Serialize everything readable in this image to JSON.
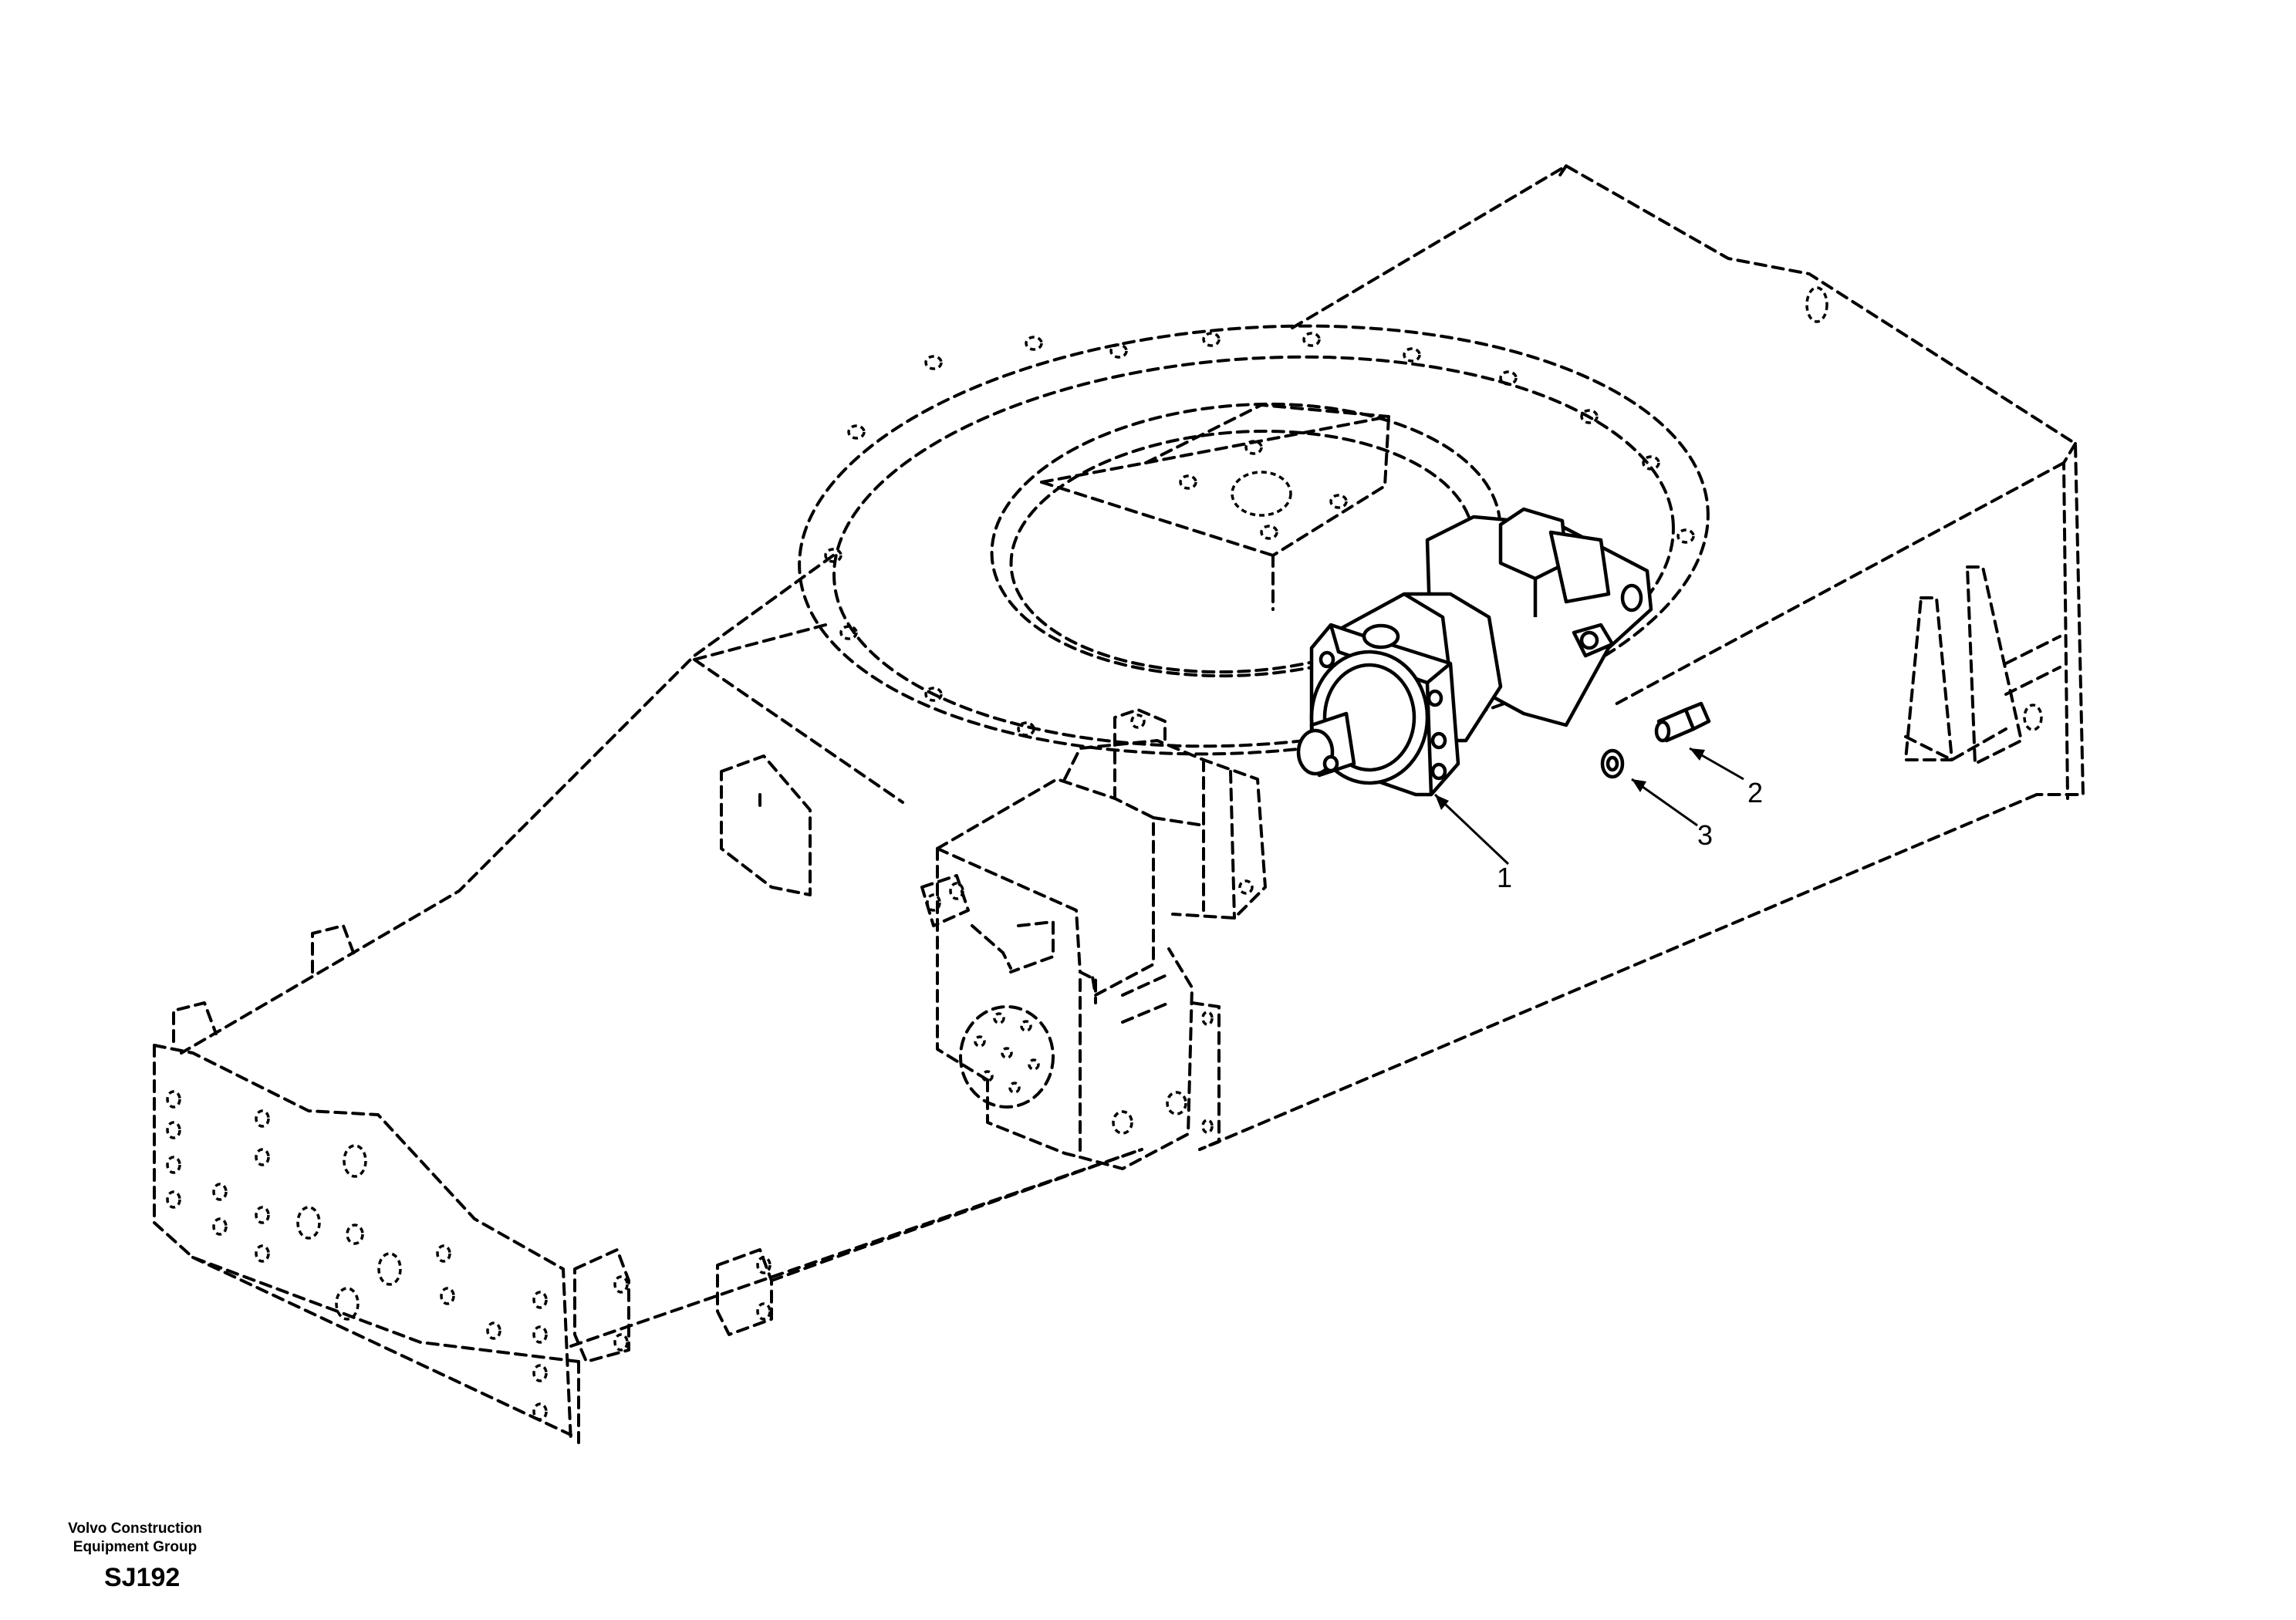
{
  "drawing": {
    "callouts": [
      {
        "id": "1",
        "label": "1",
        "part": "motor"
      },
      {
        "id": "2",
        "label": "2",
        "part": "bolt"
      },
      {
        "id": "3",
        "label": "3",
        "part": "washer"
      }
    ]
  },
  "footer": {
    "company_line1": "Volvo Construction",
    "company_line2": "Equipment Group",
    "code": "SJ192"
  }
}
